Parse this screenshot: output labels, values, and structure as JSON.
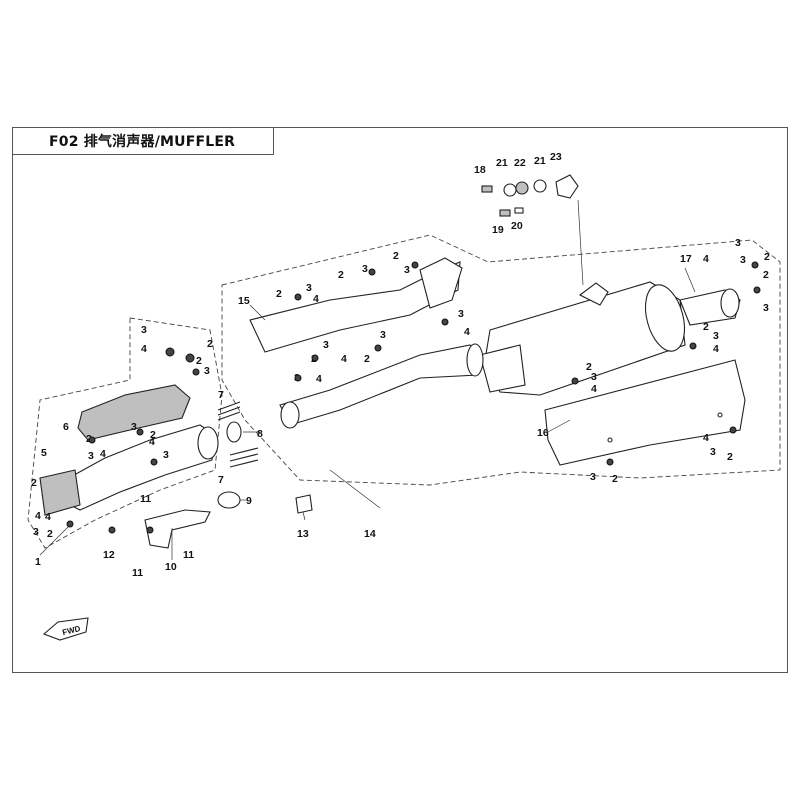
{
  "title": "F02 排气消声器/MUFFLER",
  "orientation_badge": "FWD",
  "callouts": [
    {
      "id": "c1",
      "text": "1"
    },
    {
      "id": "c2",
      "text": "2"
    },
    {
      "id": "c3",
      "text": "3"
    },
    {
      "id": "c4",
      "text": "4"
    },
    {
      "id": "c5",
      "text": "5"
    },
    {
      "id": "c6",
      "text": "6"
    },
    {
      "id": "c7",
      "text": "7"
    },
    {
      "id": "c8",
      "text": "8"
    },
    {
      "id": "c9",
      "text": "9"
    },
    {
      "id": "c10",
      "text": "10"
    },
    {
      "id": "c11",
      "text": "11"
    },
    {
      "id": "c12",
      "text": "12"
    },
    {
      "id": "c13",
      "text": "13"
    },
    {
      "id": "c14",
      "text": "14"
    },
    {
      "id": "c15",
      "text": "15"
    },
    {
      "id": "c16",
      "text": "16"
    },
    {
      "id": "c17",
      "text": "17"
    },
    {
      "id": "c18",
      "text": "18"
    },
    {
      "id": "c19",
      "text": "19"
    },
    {
      "id": "c20",
      "text": "20"
    },
    {
      "id": "c21",
      "text": "21"
    },
    {
      "id": "c22",
      "text": "22"
    },
    {
      "id": "c23",
      "text": "23"
    }
  ]
}
